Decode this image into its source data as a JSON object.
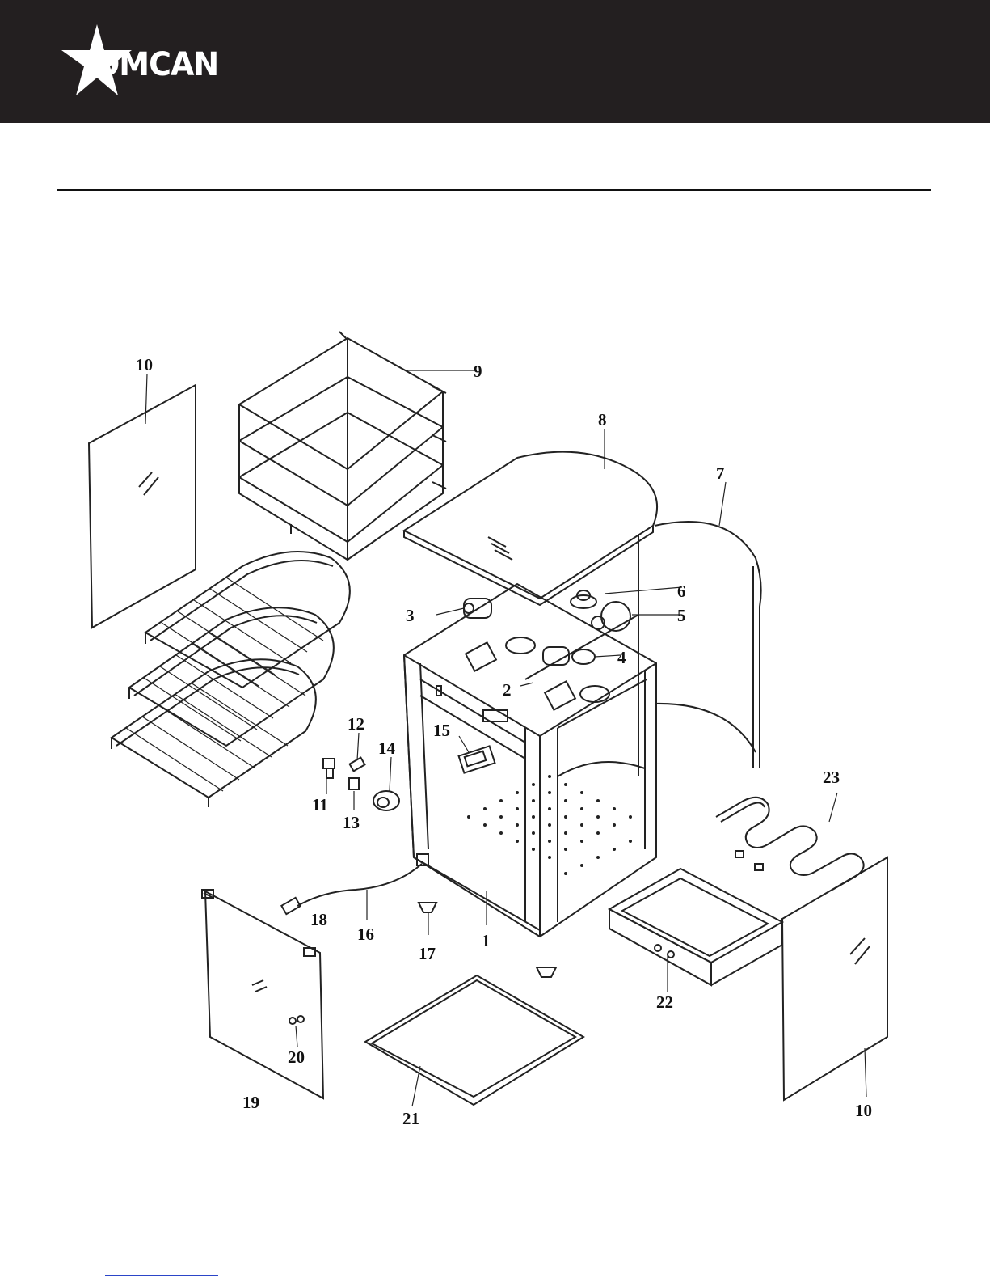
{
  "header": {
    "logo_text": "OMCAN",
    "logo_icon": "star-icon",
    "bg_color": "#231f20"
  },
  "diagram": {
    "labels": {
      "p1": "1",
      "p2": "2",
      "p3": "3",
      "p4": "4",
      "p5": "5",
      "p6": "6",
      "p7": "7",
      "p8": "8",
      "p9": "9",
      "p10a": "10",
      "p10b": "10",
      "p11": "11",
      "p12": "12",
      "p13": "13",
      "p14": "14",
      "p15": "15",
      "p16": "16",
      "p17": "17",
      "p18": "18",
      "p19": "19",
      "p20": "20",
      "p21": "21",
      "p22": "22",
      "p23": "23"
    }
  }
}
